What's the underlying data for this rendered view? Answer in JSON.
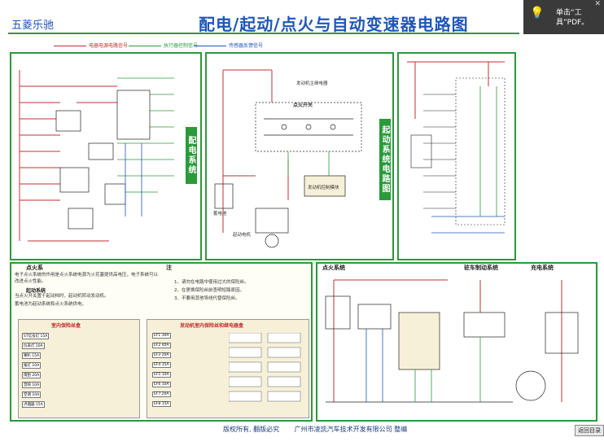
{
  "header": {
    "brand": "五菱乐驰",
    "title": "配电/起动/点火与自动变速器电路图"
  },
  "legend": {
    "item1": "电器电源电路信号",
    "item2": "执行器控制信号",
    "item3": "传感器反馈信号"
  },
  "panels": {
    "power_label": "配电系统",
    "start_label": "起动系统电路图",
    "ignition_label": "点火系统",
    "brake_label": "驻车制动系统",
    "charge_label": "充电系统",
    "fuse_box1_title": "室内保险丝盒",
    "fuse_box2_title": "发动机室内保险丝和继电器盒",
    "note_title": "点火系",
    "note_title2": "注"
  },
  "notes": {
    "p1": "电子点火系统的作用是点火系统电源为火花塞提供高电压，电子系统可以改进点火性能。",
    "p2": "起动系统",
    "p3": "当点火开关置于起动档时，起动机转动发动机。",
    "p4": "蓄电池为起动系统和点火系统供电。",
    "n1": "1、请勿在电路中使用过大的保险丝。",
    "n2": "2、在更换保险丝前查明短路原因。",
    "n3": "3、不要用其他导线代替保险丝。"
  },
  "start_labels": {
    "ign_switch": "点火开关",
    "main_relay": "发动机主继电器",
    "starter": "起动电机",
    "battery": "蓄电池",
    "ecm": "发动机控制模块"
  },
  "fuses_left": [
    "ST信号灯 15A",
    "仪表灯 10A",
    "喇叭 15A",
    "尾灯 10A",
    "雨刮 20A",
    "音响 10A",
    "空调 10A",
    "点烟器 15A"
  ],
  "fuses_right": [
    "EF1 30A",
    "EF2 40A",
    "EF3 20A",
    "EF4 15A",
    "EF5 10A",
    "EF6 10A",
    "EF7 20A",
    "EF8 15A"
  ],
  "footer": {
    "copyright": "版权所有, 翻版必究",
    "company": "广州市凌凯汽车技术开发有限公司  整编"
  },
  "ui": {
    "back_button": "返回目录",
    "popup_msg": "单击“工具”PDF。"
  }
}
